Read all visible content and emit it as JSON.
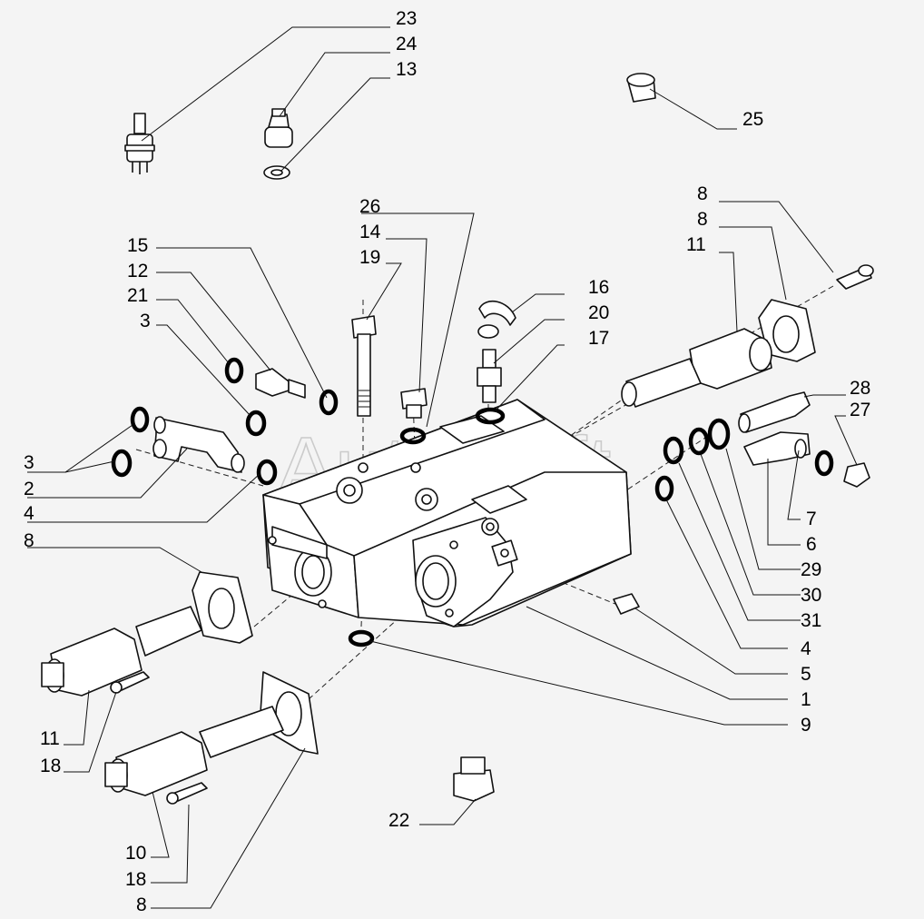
{
  "watermark": "AutoSoft",
  "callouts": [
    {
      "id": "c23a",
      "label": "23"
    },
    {
      "id": "c24",
      "label": "24"
    },
    {
      "id": "c13",
      "label": "13"
    },
    {
      "id": "c25",
      "label": "25"
    },
    {
      "id": "c26",
      "label": "26"
    },
    {
      "id": "c14",
      "label": "14"
    },
    {
      "id": "c19",
      "label": "19"
    },
    {
      "id": "c15",
      "label": "15"
    },
    {
      "id": "c12",
      "label": "12"
    },
    {
      "id": "c21",
      "label": "21"
    },
    {
      "id": "c3a",
      "label": "3"
    },
    {
      "id": "c16",
      "label": "16"
    },
    {
      "id": "c20",
      "label": "20"
    },
    {
      "id": "c17",
      "label": "17"
    },
    {
      "id": "c8a",
      "label": "8"
    },
    {
      "id": "c8b",
      "label": "8"
    },
    {
      "id": "c11a",
      "label": "11"
    },
    {
      "id": "c28",
      "label": "28"
    },
    {
      "id": "c27",
      "label": "27"
    },
    {
      "id": "c3b",
      "label": "3"
    },
    {
      "id": "c2",
      "label": "2"
    },
    {
      "id": "c4a",
      "label": "4"
    },
    {
      "id": "c8c",
      "label": "8"
    },
    {
      "id": "c7",
      "label": "7"
    },
    {
      "id": "c6",
      "label": "6"
    },
    {
      "id": "c29",
      "label": "29"
    },
    {
      "id": "c30",
      "label": "30"
    },
    {
      "id": "c31",
      "label": "31"
    },
    {
      "id": "c4b",
      "label": "4"
    },
    {
      "id": "c5",
      "label": "5"
    },
    {
      "id": "c1",
      "label": "1"
    },
    {
      "id": "c9",
      "label": "9"
    },
    {
      "id": "c11b",
      "label": "11"
    },
    {
      "id": "c18a",
      "label": "18"
    },
    {
      "id": "c22",
      "label": "22"
    },
    {
      "id": "c10",
      "label": "10"
    },
    {
      "id": "c18b",
      "label": "18"
    },
    {
      "id": "c8d",
      "label": "8"
    }
  ]
}
